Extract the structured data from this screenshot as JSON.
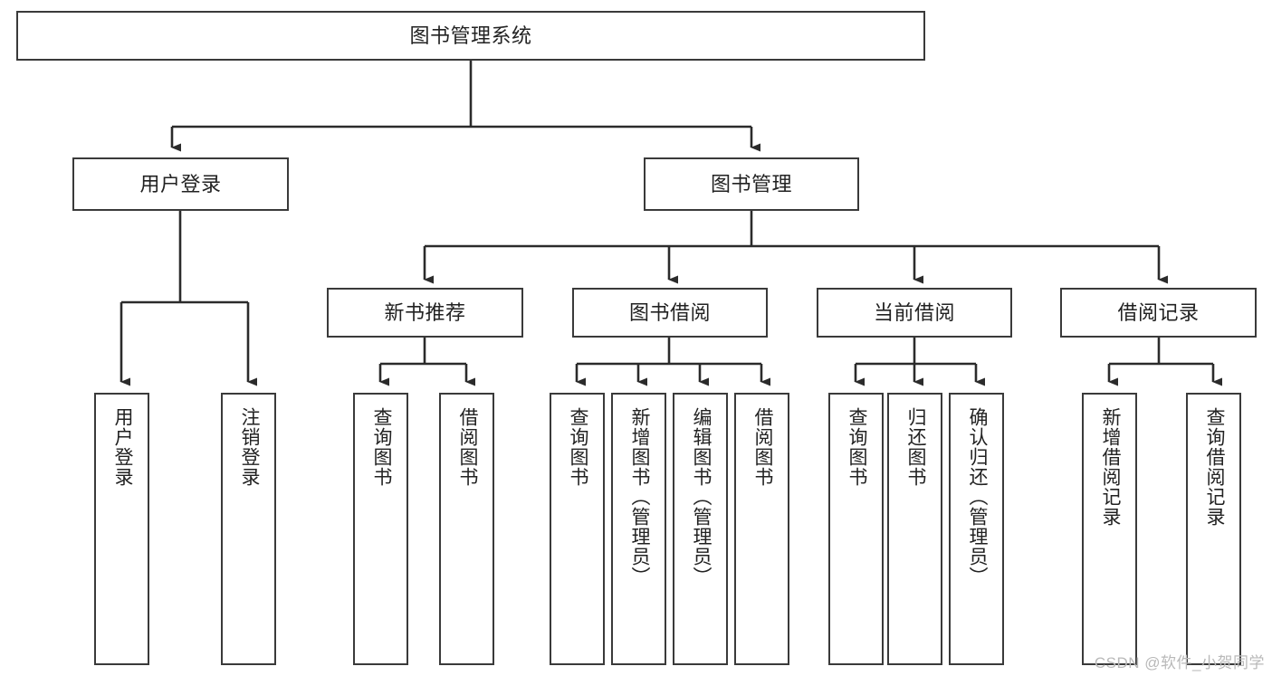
{
  "diagram": {
    "title": "图书管理系统",
    "watermark": "CSDN @软件_小贺同学",
    "colors": {
      "box_border": "#3a3a3a",
      "box_fill": "#ffffff",
      "edge": "#2b2b2b",
      "text": "#222222",
      "watermark": "#b9b9b9",
      "background": "#ffffff"
    },
    "nodes": {
      "root": {
        "label": "图书管理系统"
      },
      "level1": [
        {
          "label": "用户登录"
        },
        {
          "label": "图书管理"
        }
      ],
      "level2": [
        {
          "label": "新书推荐"
        },
        {
          "label": "图书借阅"
        },
        {
          "label": "当前借阅"
        },
        {
          "label": "借阅记录"
        }
      ],
      "leaves": {
        "user_login": [
          {
            "label": "用户登录"
          },
          {
            "label": "注销登录"
          }
        ],
        "new_book_recommend": [
          {
            "label": "查询图书"
          },
          {
            "label": "借阅图书"
          }
        ],
        "book_borrow": [
          {
            "label": "查询图书"
          },
          {
            "label": "新增图书（管理员）"
          },
          {
            "label": "编辑图书（管理员）"
          },
          {
            "label": "借阅图书"
          }
        ],
        "current_borrow": [
          {
            "label": "查询图书"
          },
          {
            "label": "归还图书"
          },
          {
            "label": "确认归还（管理员）"
          }
        ],
        "borrow_record": [
          {
            "label": "新增借阅记录"
          },
          {
            "label": "查询借阅记录"
          }
        ]
      }
    }
  }
}
